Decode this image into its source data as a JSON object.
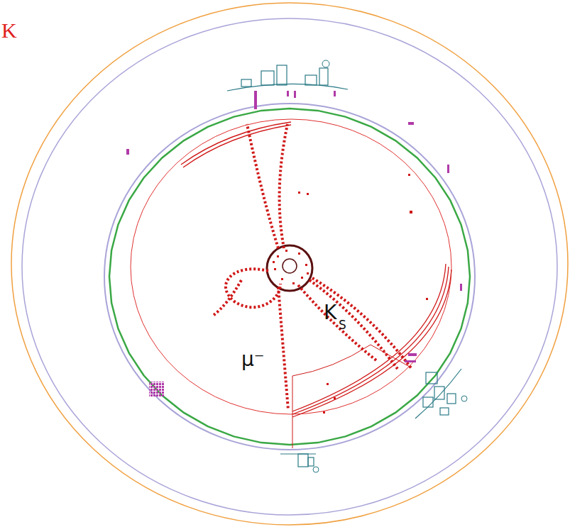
{
  "diagram": {
    "labels": [
      "K",
      "K",
      "S",
      "μ⁻"
    ]
  }
}
